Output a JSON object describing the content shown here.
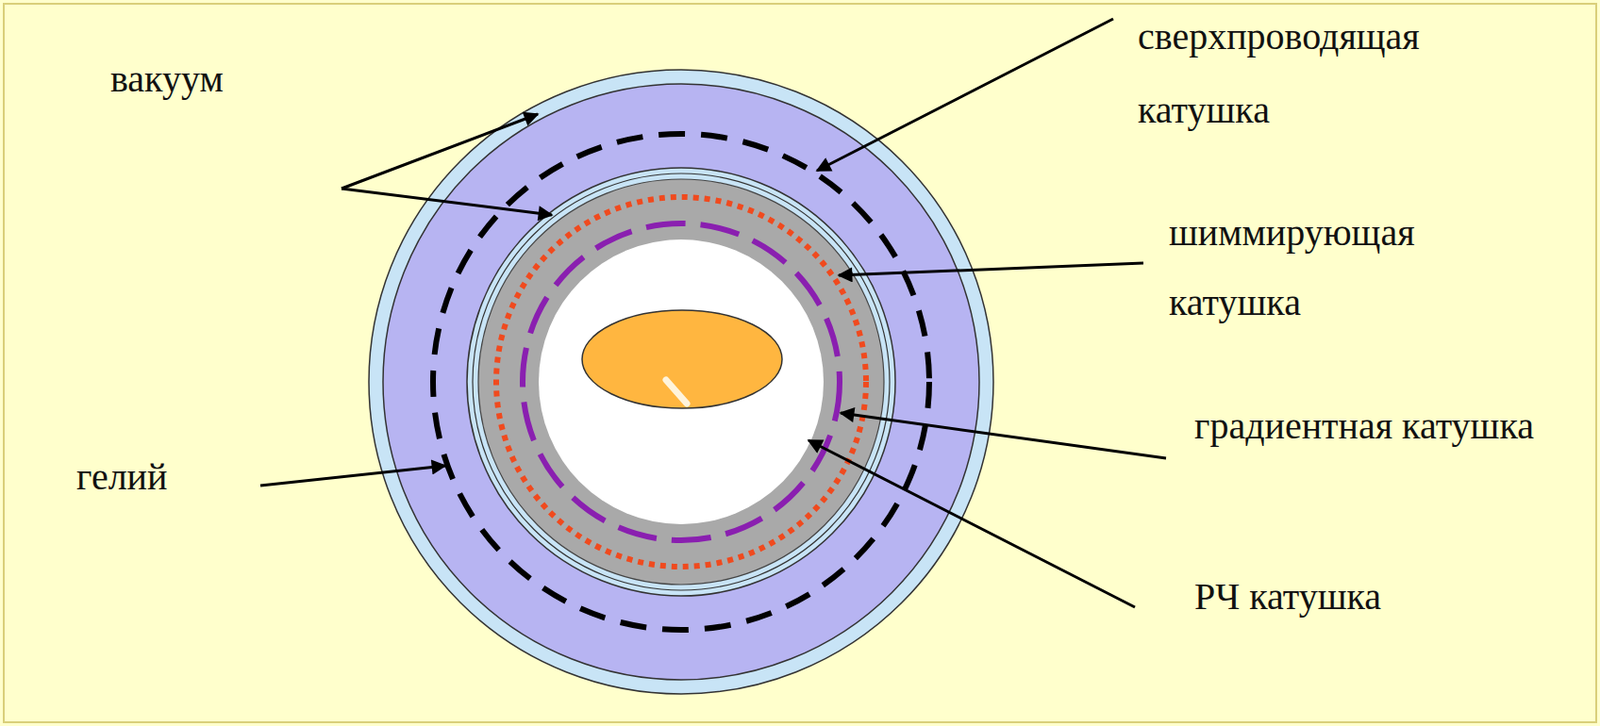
{
  "diagram": {
    "labels": [
      "вакуум",
      "сверхпроводящая катушка",
      "шиммирующая катушка",
      "гелий",
      "градиентная катушка",
      "РЧ катушка"
    ]
  }
}
